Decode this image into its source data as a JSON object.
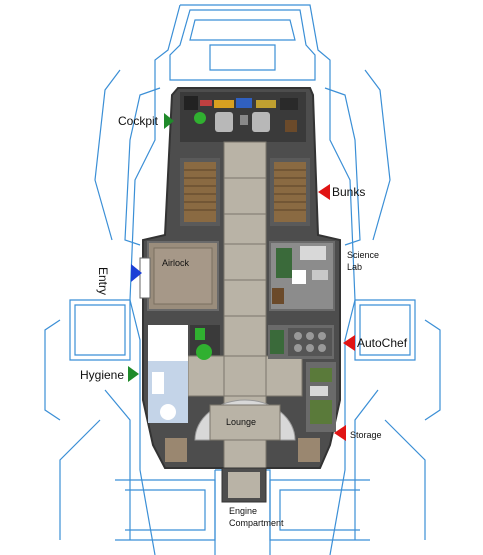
{
  "labels": {
    "cockpit": "Cockpit",
    "bunks": "Bunks",
    "entry": "Entry",
    "airlock": "Airlock",
    "science_lab_1": "Science",
    "science_lab_2": "Lab",
    "autochef": "AutoChef",
    "hygiene": "Hygiene",
    "lounge": "Lounge",
    "storage": "Storage",
    "engine_1": "Engine",
    "engine_2": "Compartment"
  },
  "colors": {
    "hull_outline": "#3b8fd6",
    "floor_dark": "#4d4d4d",
    "floor_tile": "#b9b3a6",
    "wall": "#6a6a6a",
    "marker_green": "#1f8a2a",
    "marker_red": "#e01414",
    "marker_blue": "#1a3fd6"
  },
  "icons": {
    "cockpit_marker": "arrow-right-green",
    "bunks_marker": "arrow-left-red",
    "entry_marker": "arrow-right-blue",
    "autochef_marker": "arrow-left-red",
    "hygiene_marker": "arrow-right-green",
    "storage_marker": "arrow-left-red"
  }
}
